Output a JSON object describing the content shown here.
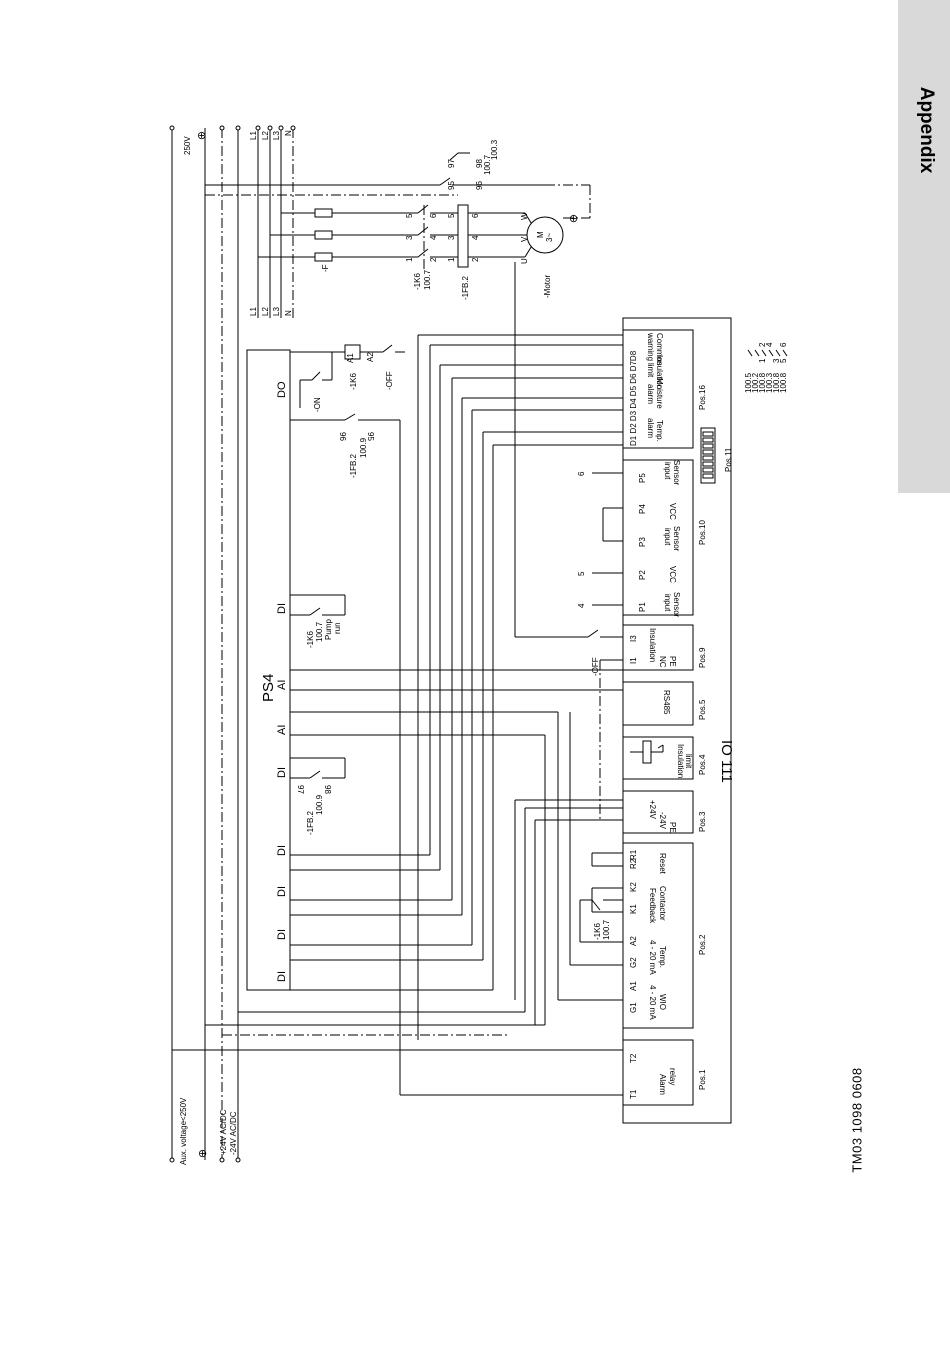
{
  "page": {
    "section_tab": "Appendix",
    "doc_code": "TM03 1098 0608"
  },
  "supply": {
    "top": [
      "250V",
      "L1",
      "L2",
      "L3",
      "N"
    ],
    "bottom": [
      "Aux. voltage<250V",
      "+24V AC/DC",
      "-24V AC/DC"
    ],
    "mid": [
      "L1",
      "L2",
      "L3",
      "N"
    ],
    "earth_symbol": "⊕"
  },
  "motor": {
    "label": "-Motor",
    "symbol_m": "M",
    "symbol_phase": "3~",
    "terminals": [
      "U",
      "V",
      "W"
    ],
    "fuse_label": "-F",
    "contactor_label": "-1K6",
    "contactor_ref": "100.7",
    "overload_label": "-1FB.2",
    "poles": [
      "1",
      "2",
      "3",
      "4",
      "5",
      "6"
    ],
    "aux_contacts": [
      "95",
      "96",
      "97",
      "98",
      "100.7",
      "100.3"
    ]
  },
  "ps4": {
    "title": "PS4",
    "ports": [
      "DO",
      "DI",
      "AI",
      "AI",
      "DI",
      "DI",
      "DI",
      "DI",
      "DI"
    ],
    "on_label": "-ON",
    "k6_label": "-1K6",
    "off_label": "-OFF",
    "a1": "A1",
    "a2": "A2",
    "fb_label": "-1FB.2",
    "fb_ref": "100.9",
    "fb_contacts": [
      "95",
      "96"
    ],
    "pump_label": "-1K6",
    "pump_ref": "100.7",
    "pump_text": "Pump",
    "run_text": "run",
    "di_fb_label": "-1FB.2",
    "di_fb_ref": "100.9",
    "di_fb_contacts": [
      "97",
      "98"
    ]
  },
  "io111": {
    "title": "IO 111",
    "pos16": {
      "pos": "Pos.16",
      "terms": "D1 D2 D3 D4 D5 D6 D7D8",
      "lines": [
        "Temp.",
        "alarm",
        "Moisture",
        "alarm",
        "Insulation",
        "limit",
        "Common",
        "warning"
      ]
    },
    "pos11": "Pos.11",
    "pos10": {
      "pos": "Pos.10",
      "terms": [
        "P5",
        "P4",
        "P3",
        "P2",
        "P1"
      ],
      "lines": [
        "Sensor",
        "input",
        "VCC",
        "Sensor",
        "input",
        "VCC",
        "Sensor",
        "input"
      ],
      "wires": [
        "6",
        "5",
        "4"
      ]
    },
    "pos9": {
      "pos": "Pos.9",
      "terms": [
        "I3",
        "I1"
      ],
      "lines": [
        "Insulation",
        "NC",
        "PE"
      ],
      "off": "-OFF"
    },
    "pos5": {
      "pos": "Pos.5",
      "text": "RS485"
    },
    "pos4": {
      "pos": "Pos.4",
      "lines": [
        "Insulation",
        "limit"
      ]
    },
    "pos3": {
      "pos": "Pos.3",
      "lines": [
        "+24V",
        "-24V",
        "PE"
      ]
    },
    "pos2": {
      "pos": "Pos.2",
      "terms": [
        "R1",
        "R2",
        "K2",
        "K1",
        "A2",
        "G2",
        "A1",
        "G1"
      ],
      "lines": [
        "Reset",
        "Feedback",
        "Contactor",
        "4 - 20 mA",
        "Temp.",
        "4 - 20 mA",
        "WIO"
      ],
      "k6_label": "-1K6",
      "k6_ref": "100.7"
    },
    "pos1": {
      "pos": "Pos.1",
      "terms": [
        "T2",
        "T1"
      ],
      "lines": [
        "Alarm",
        "relay"
      ]
    }
  },
  "refs": [
    "100.5",
    "100.2",
    "100.8",
    "100.3",
    "100.8",
    "100.8"
  ],
  "ref_nums": [
    "2",
    "4",
    "3",
    "1",
    "6",
    "5"
  ]
}
